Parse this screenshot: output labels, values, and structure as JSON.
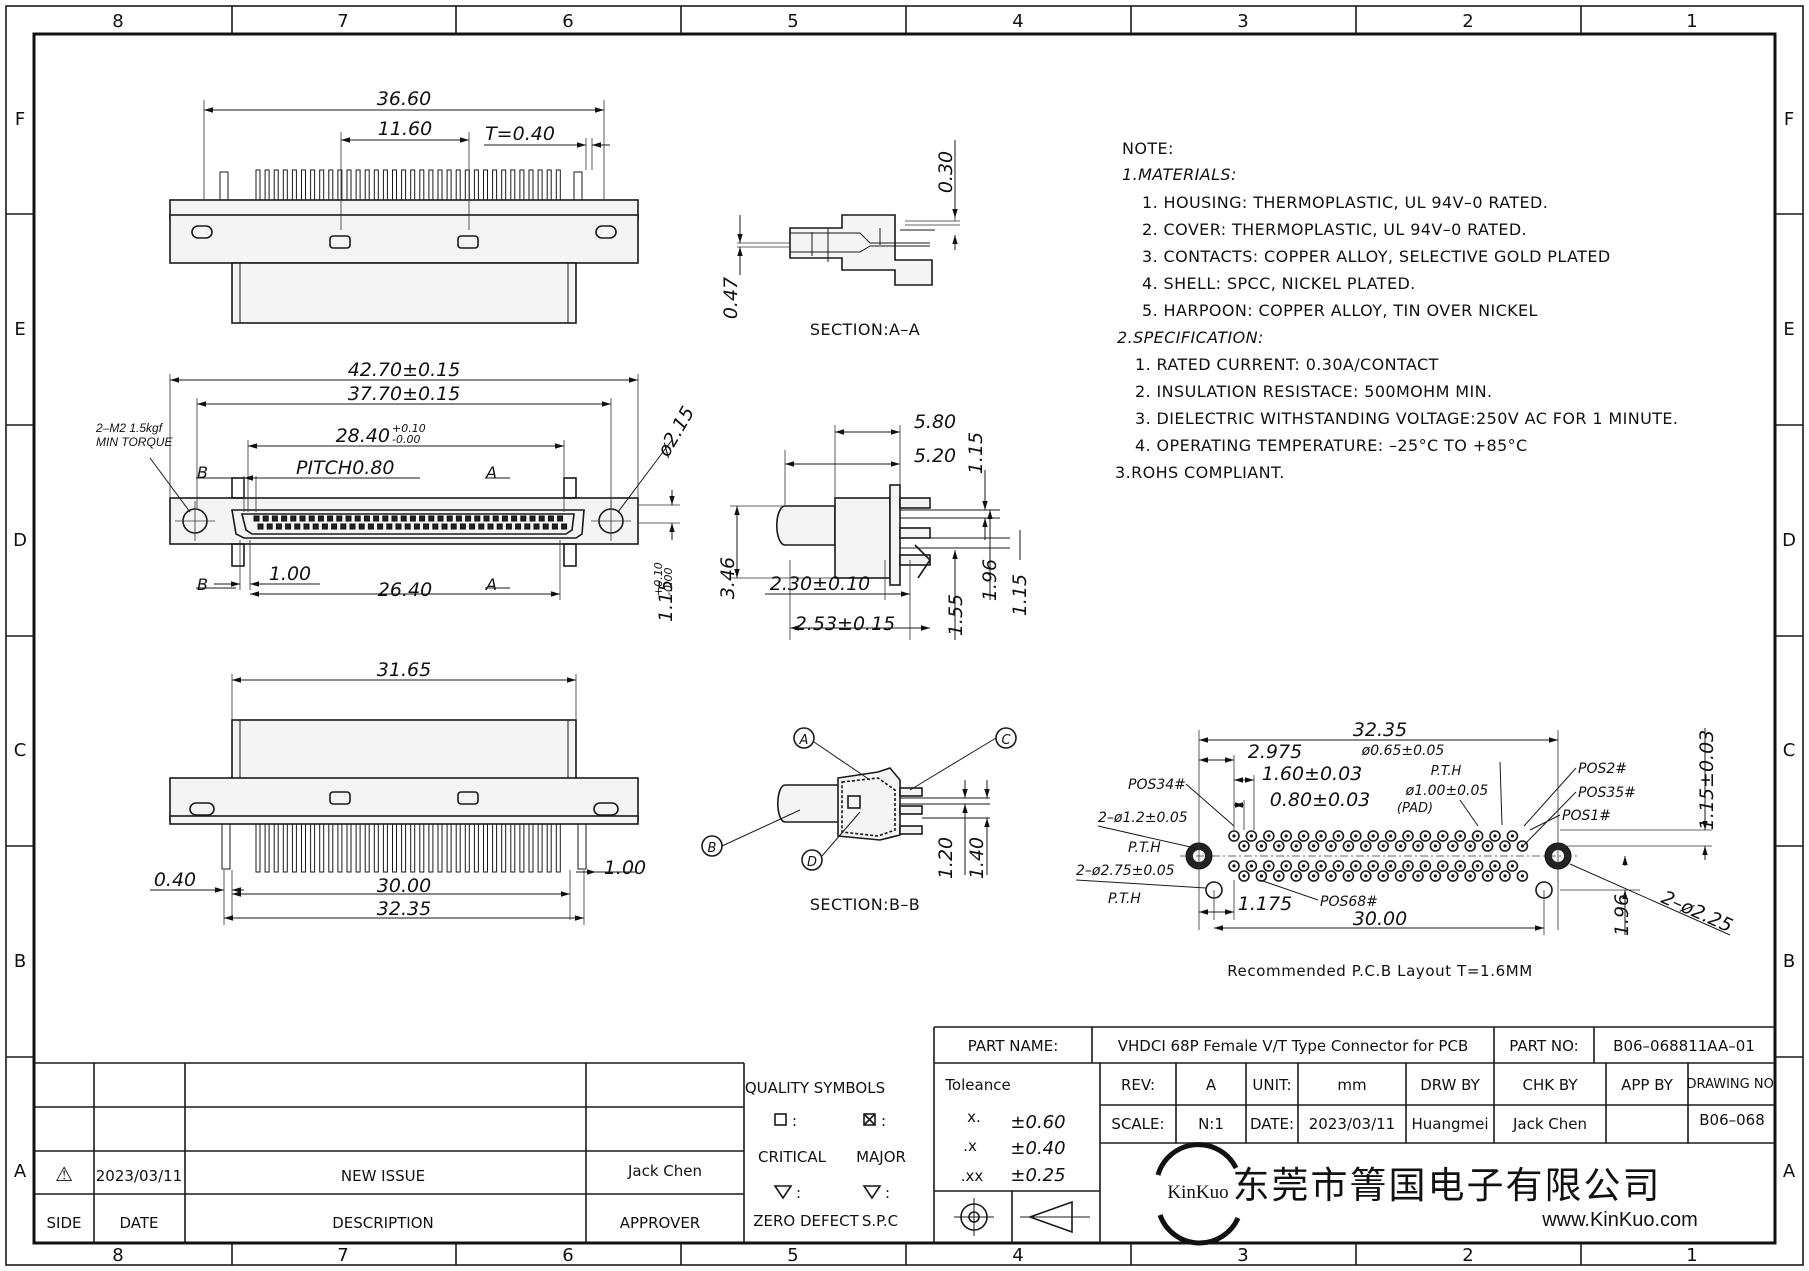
{
  "zones": {
    "columns": [
      "8",
      "7",
      "6",
      "5",
      "4",
      "3",
      "2",
      "1"
    ],
    "rows": [
      "F",
      "E",
      "D",
      "C",
      "B",
      "A"
    ]
  },
  "views": {
    "top": {
      "dims": [
        "36.60",
        "11.60",
        "T=0.40"
      ]
    },
    "section_aa": {
      "caption": "SECTION:A–A",
      "dims": [
        "0.30",
        "0.47"
      ]
    },
    "front": {
      "dims": [
        "42.70±0.15",
        "37.70±0.15",
        "28.40",
        "+0.10",
        "-0.00",
        "PITCH0.80",
        "1.00",
        "26.40",
        "ø2.15",
        "1.15",
        "+0.10",
        "-0.00"
      ],
      "labels": [
        "2–M2  1.5kgf",
        "MIN TORQUE",
        "B",
        "B",
        "A",
        "A"
      ]
    },
    "side": {
      "dims": [
        "5.80",
        "5.20",
        "1.15",
        "3.46",
        "2.30±0.10",
        "2.53±0.15",
        "1.55",
        "1.96",
        "1.15"
      ]
    },
    "bottom": {
      "dims": [
        "31.65",
        "0.40",
        "30.00",
        "32.35",
        "1.00"
      ]
    },
    "section_bb": {
      "caption": "SECTION:B–B",
      "callouts": [
        "A",
        "B",
        "C",
        "D"
      ],
      "dims": [
        "1.20",
        "1.40"
      ]
    },
    "pcb": {
      "dims": [
        "32.35",
        "2.975",
        "1.60±0.03",
        "0.80±0.03",
        "1.175",
        "30.00",
        "1.15±0.03",
        "1.96",
        "2–ø2.25"
      ],
      "labels": [
        "ø0.65±0.05",
        "P.T.H",
        "ø1.00±0.05",
        "(PAD)",
        "POS34#",
        "POS2#",
        "POS35#",
        "POS1#",
        "2–ø1.2±0.05",
        "P.T.H",
        "2–ø2.75±0.05",
        "P.T.H",
        "POS68#"
      ],
      "caption": "Recommended P.C.B Layout T=1.6MM"
    }
  },
  "notes": {
    "title": "NOTE:",
    "lines": [
      "1.MATERIALS:",
      "1.  HOUSING: THERMOPLASTIC, UL 94V–0 RATED.",
      "2.  COVER: THERMOPLASTIC, UL 94V–0 RATED.",
      "3.  CONTACTS: COPPER ALLOY, SELECTIVE GOLD PLATED",
      "4.  SHELL: SPCC, NICKEL PLATED.",
      "5.  HARPOON: COPPER ALLOY, TIN OVER NICKEL",
      "2.SPECIFICATION:",
      "1.  RATED CURRENT: 0.30A/CONTACT",
      "2.  INSULATION RESISTACE: 500MOHM MIN.",
      "3.  DIELECTRIC WITHSTANDING VOLTAGE:250V AC FOR 1 MINUTE.",
      "4.  OPERATING TEMPERATURE: –25°C TO +85°C",
      "3.ROHS COMPLIANT."
    ]
  },
  "revision": {
    "row": {
      "side": "⚠",
      "date": "2023/03/11",
      "description": "NEW ISSUE",
      "approver": "Jack Chen"
    },
    "headers": {
      "side": "SIDE",
      "date": "DATE",
      "description": "DESCRIPTION",
      "approver": "APPROVER"
    }
  },
  "quality": {
    "title": "QUALITY SYMBOLS",
    "critical": "CRITICAL",
    "major": "MAJOR",
    "zero_defect": "ZERO DEFECT",
    "spc": "S.P.C",
    "colon": ":"
  },
  "tolerance": {
    "title": "Toleance",
    "rows": [
      {
        "k": "x.",
        "v": "±0.60"
      },
      {
        "k": ".x",
        "v": "±0.40"
      },
      {
        "k": ".xx",
        "v": "±0.25"
      }
    ]
  },
  "title_block": {
    "part_name_label": "PART      NAME:",
    "part_name": "VHDCI 68P Female V/T Type Connector for PCB",
    "part_no_label": "PART NO:",
    "part_no": "B06–068811AA–01",
    "rev_label": "REV:",
    "rev": "A",
    "unit_label": "UNIT:",
    "unit": "mm",
    "drw_by_label": "DRW BY",
    "chk_by_label": "CHK BY",
    "app_by_label": "APP BY",
    "drawing_no_label": "DRAWING NO.",
    "scale_label": "SCALE:",
    "scale": "N:1",
    "date_label": "DATE:",
    "date": "2023/03/11",
    "drw_by": "Huangmei",
    "chk_by": "Jack Chen",
    "drawing_no": "B06–068",
    "logo_text": "KinKuo",
    "company": "东莞市箐国电子有限公司",
    "website": "www.KinKuo.com"
  }
}
